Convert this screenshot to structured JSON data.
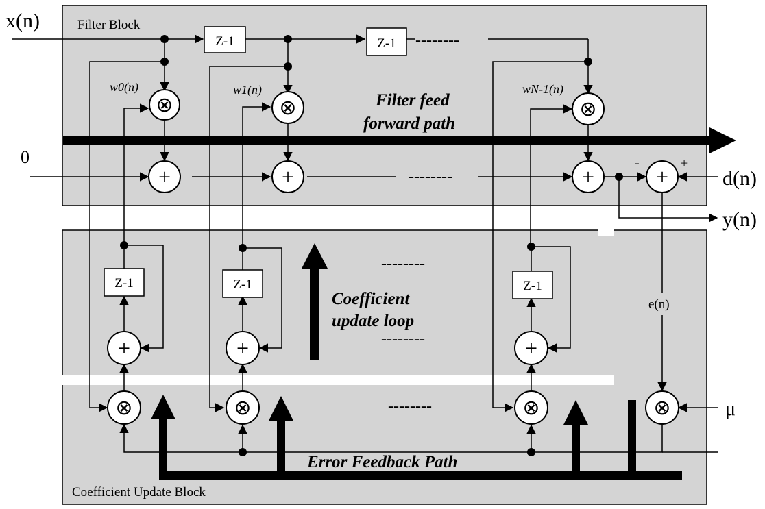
{
  "blocks": {
    "filter_block": "Filter Block",
    "coeff_block": "Coefficient Update Block"
  },
  "signals": {
    "x": "x(n)",
    "zero": "0",
    "d": "d(n)",
    "y": "y(n)",
    "e": "e(n)",
    "mu": "μ"
  },
  "weights": {
    "w0": "w0(n)",
    "w1": "w1(n)",
    "wN1": "wN-1(n)"
  },
  "delay_label": "Z-1",
  "ops": {
    "multiply": "⊗",
    "add": "+"
  },
  "signs": {
    "minus": "-",
    "plus": "+"
  },
  "ellipsis": "--------",
  "paths": {
    "feed_forward_1": "Filter feed",
    "feed_forward_2": "forward path",
    "coeff_loop_1": "Coefficient",
    "coeff_loop_2": "update loop",
    "error_feedback": "Error Feedback Path"
  },
  "colors": {
    "block_fill": "#d4d4d4",
    "line": "#000000",
    "node_fill": "#ffffff"
  }
}
